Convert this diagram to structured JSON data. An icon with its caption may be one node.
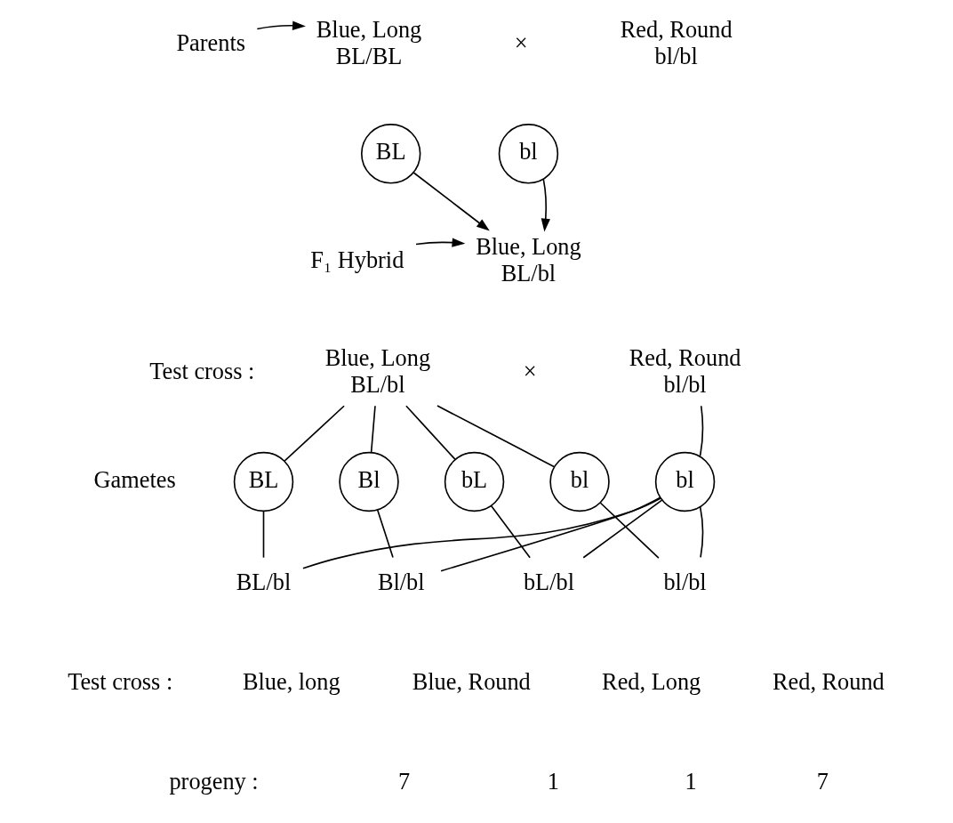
{
  "diagram": {
    "nodes": [
      {
        "text": [
          "Parents"
        ]
      },
      {
        "text": [
          "Blue, Long",
          "BL/BL"
        ]
      },
      {
        "text": [
          "Red, Round",
          "bl/bl"
        ]
      },
      {
        "text": [
          "BL"
        ]
      },
      {
        "text": [
          "bl"
        ]
      },
      {
        "text": [
          "F₁ Hybrid"
        ]
      },
      {
        "text": [
          "Blue, Long",
          "BL/bl"
        ]
      },
      {
        "text": [
          "Blue, Long",
          "BL/bl"
        ]
      },
      {
        "text": [
          "Red, Round",
          "bl/bl"
        ]
      },
      {
        "text": [
          "BL"
        ]
      },
      {
        "text": [
          "Bl"
        ]
      },
      {
        "text": [
          "bL"
        ]
      },
      {
        "text": [
          "bl"
        ]
      },
      {
        "text": [
          "bl"
        ]
      },
      {
        "text": [
          "BL/bl"
        ]
      },
      {
        "text": [
          "Bl/bl"
        ]
      },
      {
        "text": [
          "bL/bl"
        ]
      },
      {
        "text": [
          "bl/bl"
        ]
      }
    ],
    "edges": [
      {
        "from": 0,
        "to": 1,
        "arrow": "to"
      },
      {
        "from": 3,
        "to": 6,
        "arrow": "to"
      },
      {
        "from": 4,
        "to": 6,
        "arrow": "to"
      },
      {
        "from": 5,
        "to": 6,
        "arrow": "to"
      },
      {
        "from": 7,
        "to": 9,
        "arrow": "none"
      },
      {
        "from": 7,
        "to": 10,
        "arrow": "none"
      },
      {
        "from": 7,
        "to": 11,
        "arrow": "none"
      },
      {
        "from": 7,
        "to": 12,
        "arrow": "none"
      },
      {
        "from": 8,
        "to": 13,
        "arrow": "none"
      },
      {
        "from": 9,
        "to": 14,
        "arrow": "none"
      },
      {
        "from": 13,
        "to": 14,
        "arrow": "none"
      },
      {
        "from": 10,
        "to": 15,
        "arrow": "none"
      },
      {
        "from": 13,
        "to": 15,
        "arrow": "none"
      },
      {
        "from": 11,
        "to": 16,
        "arrow": "none"
      },
      {
        "from": 13,
        "to": 16,
        "arrow": "none"
      },
      {
        "from": 12,
        "to": 17,
        "arrow": "none"
      },
      {
        "from": 13,
        "to": 17,
        "arrow": "none"
      }
    ],
    "labels": [
      "×",
      "Test cross :",
      "×",
      "Gametes",
      "Test cross :",
      "Blue, long",
      "Blue, Round",
      "Red, Long",
      "Red, Round",
      "progeny :",
      "7",
      "1",
      "1",
      "7"
    ]
  }
}
